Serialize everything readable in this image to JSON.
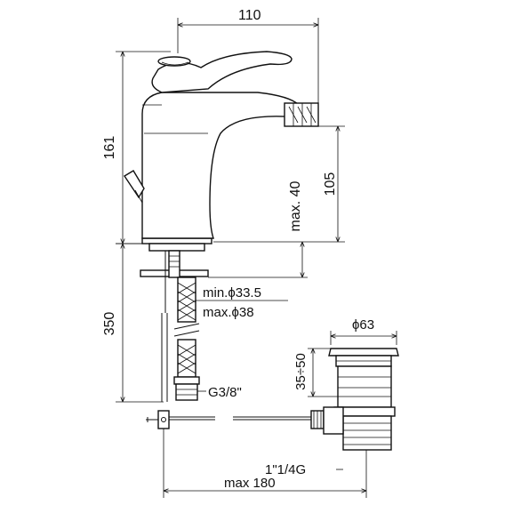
{
  "dimensions": {
    "width_top": "110",
    "height_total": "161",
    "spout_height": "105",
    "max_40": "max. 40",
    "hose_length": "350",
    "hole_min": "min.ϕ33.5",
    "hole_max": "max.ϕ38",
    "thread_inlet": "G3/8\"",
    "waste_diameter": "ϕ63",
    "waste_range": "35÷50",
    "waste_thread": "1\"1/4G",
    "max_180": "max 180"
  }
}
